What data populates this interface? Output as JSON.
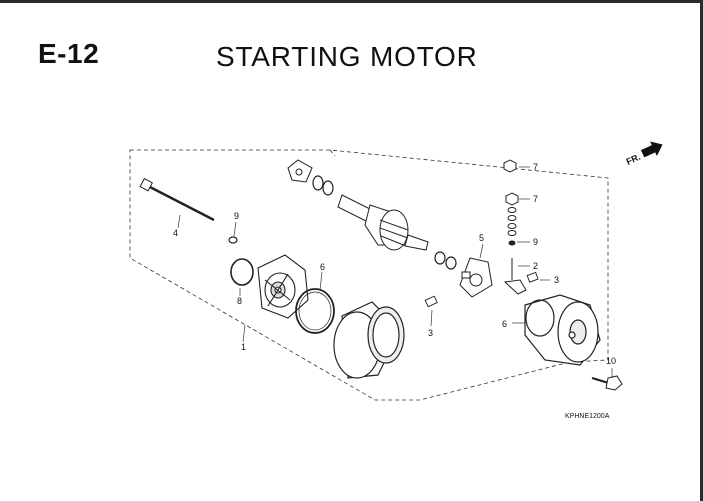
{
  "header": {
    "section_code": "E-12",
    "title": "STARTING MOTOR"
  },
  "diagram": {
    "direction_marker": "FR.",
    "figure_code": "KPHNE1200A",
    "callouts": {
      "c1": "1",
      "c2": "2",
      "c3a": "3",
      "c3b": "3",
      "c4": "4",
      "c5": "5",
      "c6a": "6",
      "c6b": "6",
      "c7a": "7",
      "c7b": "7",
      "c8": "8",
      "c9a": "9",
      "c9b": "9",
      "c10": "10"
    }
  }
}
